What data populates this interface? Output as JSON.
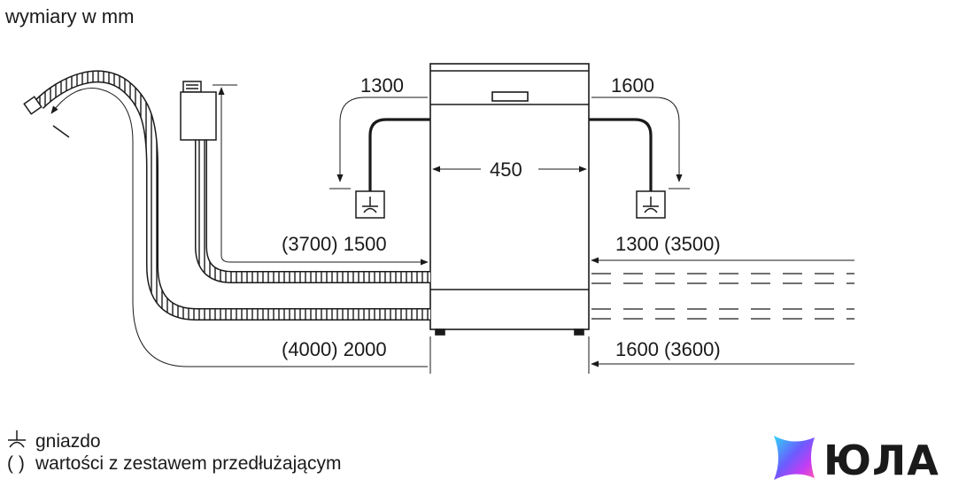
{
  "header": {
    "units_note": "wymiary w mm"
  },
  "dimensions": {
    "top_left": "1300",
    "top_right": "1600",
    "width": "450",
    "mid_left": "(3700) 1500",
    "mid_right": "1300 (3500)",
    "bottom_left": "(4000) 2000",
    "bottom_right": "1600 (3600)"
  },
  "legend": {
    "socket_label": "gniazdo",
    "paren_symbol": "( )",
    "paren_label": "wartości z zestawem przedłużającym"
  },
  "brand": {
    "name": "ЮЛА",
    "gradient_colors": [
      "#2fd6f5",
      "#6a5cff",
      "#c63cf2",
      "#ff5ca8"
    ]
  }
}
